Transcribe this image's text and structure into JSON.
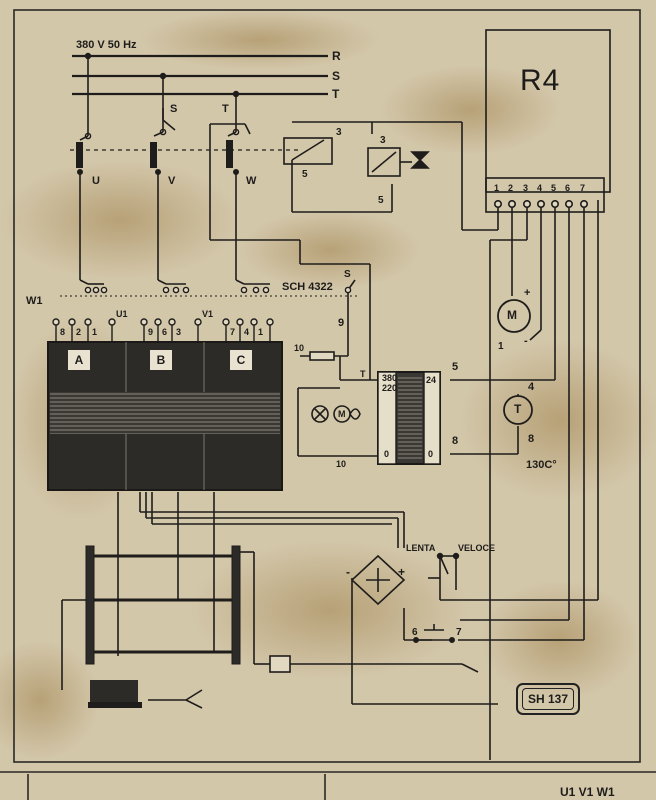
{
  "supply": {
    "voltage_label": "380 V 50 Hz",
    "phase_r": "R",
    "phase_s": "S",
    "phase_t": "T"
  },
  "switches": {
    "tap_s": "S",
    "tap_t": "T",
    "out_u": "U",
    "out_v": "V",
    "out_w": "W"
  },
  "selector": {
    "model": "SCH 4322",
    "contact_s": "S",
    "contact_9": "9",
    "left_marker": "W1",
    "terminals": [
      "8",
      "2",
      "1",
      "U1",
      "9",
      "6",
      "3",
      "V1",
      "7",
      "4",
      "1"
    ]
  },
  "transformer": {
    "section_a": "A",
    "section_b": "B",
    "section_c": "C"
  },
  "relay": {
    "pin_top_left": "3",
    "pin_bottom_left": "5",
    "pin_top_right": "3",
    "pin_bottom_right": "5"
  },
  "terminal_board": {
    "title": "R4",
    "pins": [
      "1",
      "2",
      "3",
      "4",
      "5",
      "6",
      "7"
    ]
  },
  "aux_transformer": {
    "tap_380": "380",
    "tap_220": "220",
    "tap_0_left": "0",
    "tap_0_right": "0",
    "tap_24": "24",
    "node_t": "T",
    "node_5": "5",
    "node_8": "8"
  },
  "fuse_circuit": {
    "label_top": "10",
    "label_bottom": "10"
  },
  "motor": {
    "symbol": "M",
    "plus": "+",
    "minus": "-",
    "pin": "1"
  },
  "thermostat": {
    "symbol": "T",
    "pin_top": "4",
    "pin_bottom": "8",
    "temperature": "130C°"
  },
  "speed_switch": {
    "slow": "LENTA",
    "fast": "VELOCE"
  },
  "rectifier": {
    "minus": "-",
    "plus": "+"
  },
  "torch_switch": {
    "pin_left": "6",
    "pin_right": "7"
  },
  "drawing_code": "SH 137",
  "footer": {
    "fragment": "U1 V1 W1"
  }
}
